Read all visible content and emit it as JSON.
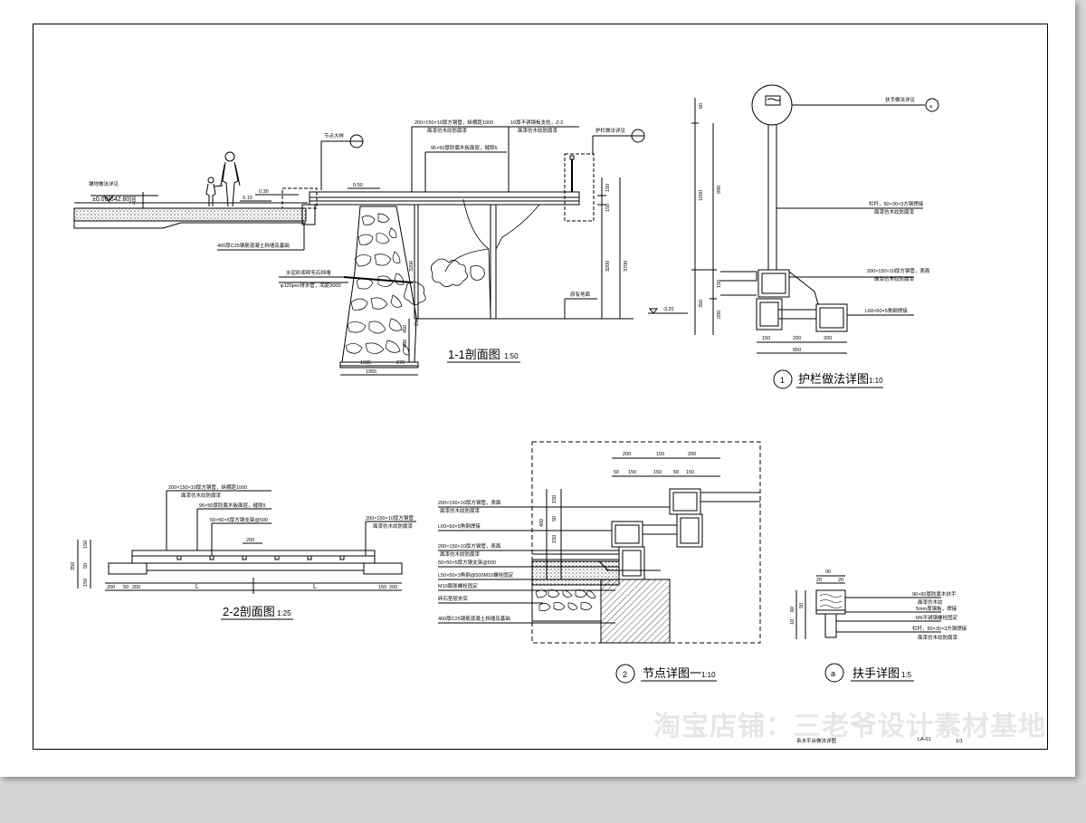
{
  "section_1_1": {
    "title": "1-1剖面图",
    "scale": "1:50",
    "callouts": {
      "deck_beam": "200×150×10厚方钢管，纵横距1000",
      "deck_beam_note": "面漆仿木纹防腐漆",
      "deck_board": "95×50厚防腐木板面层，缝隙5",
      "steel_plate": "10厚不锈钢板支柱，Z-2",
      "steel_plate_note": "面漆仿木纹防腐漆",
      "railing_ref": "护栏做法详见",
      "joint_ref": "节点大样",
      "paving": "铺地做法详见",
      "elevation": "±0.00(642.80)",
      "level_050": "0.50",
      "level_030": "0.30",
      "level_010": "0.10",
      "level_neg": "-3.20",
      "wall": "400厚C25钢筋混凝土挡墙及基础",
      "drain": "φ120pvc排水管，间距3000",
      "drain_note": "水泥砂浆砌毛石挡墙",
      "ground": "原有地面"
    },
    "dims": {
      "d400": "400",
      "d3200a": "3200",
      "d3200b": "3200",
      "d3700": "3700",
      "d150": "150",
      "d350": "350",
      "d450": "450",
      "d430": "430",
      "d250": "250",
      "d1685": "1685",
      "d270": "270",
      "d1955": "1955"
    }
  },
  "railing_detail": {
    "number": "1",
    "title": "护栏做法详图",
    "scale": "1:10",
    "ref_letter": "a",
    "callouts": {
      "handrail": "扶手做法详见",
      "post": "栏杆，50×30×3方钢焊接",
      "post_note": "面漆仿木纹防腐漆",
      "beam": "200×150×10厚方钢管，表面",
      "beam_note": "面漆仿木纹防腐漆",
      "angle": "L60×60×5角钢焊接"
    },
    "dims": {
      "d60": "60",
      "d1050": "1050",
      "d990": "990",
      "d350": "350",
      "d150": "150",
      "d200": "200",
      "b150": "150",
      "b200a": "200",
      "b200b": "200",
      "d550": "550"
    }
  },
  "section_2_2": {
    "title": "2-2剖面图",
    "scale": "1:25",
    "callouts": {
      "beam": "200×150×10厚方钢管，纵横距1000",
      "beam_note": "面漆仿木纹防腐漆",
      "board": "95×50厚防腐木板面层，缝隙5",
      "support": "50×50×5厚方钢支架@500",
      "right_beam": "200×150×10厚方钢管",
      "right_note": "面漆仿木纹防腐漆"
    },
    "dims": {
      "v150a": "150",
      "v350": "350",
      "v50": "50",
      "v150b": "150",
      "d200": "200",
      "b200a": "200",
      "b50": "50",
      "b200b": "200",
      "L1": "L",
      "L2": "L",
      "b150": "150",
      "b200c": "200"
    }
  },
  "node_detail": {
    "number": "2",
    "title": "节点详图一",
    "scale": "1:10",
    "callouts": {
      "c1": "200×150×10厚方钢管，表面",
      "c1n": "面漆仿木纹防腐漆",
      "c2": "L60×60×5角钢焊接",
      "c3": "200×150×10厚方钢管，表面",
      "c3n": "面漆仿木纹防腐漆",
      "c4": "50×50×5厚方钢支架@500",
      "c5": "L50×50×3角钢@500M10螺栓固定",
      "c6": "M10膨胀螺栓固定",
      "c7": "碎石垫层夯实",
      "c8": "400厚C25钢筋混凝土挡墙及基础"
    },
    "dims": {
      "t200a": "200",
      "t150": "150",
      "t200b": "200",
      "s50a": "50",
      "s150a": "150",
      "s150b": "150",
      "s50b": "50",
      "s150c": "150",
      "v150": "150",
      "v400": "400",
      "v50": "50",
      "v150b": "150"
    }
  },
  "handrail_detail": {
    "letter": "a",
    "title": "扶手详图",
    "scale": "1:5",
    "callouts": {
      "c1": "90×60厚防腐木扶手",
      "c1n": "面漆仿木纹",
      "c2": "5mm厚钢板，焊接",
      "c3": "M6不锈钢螺栓固定",
      "c4": "栏杆，50×30×3方钢焊接",
      "c4n": "面漆仿木纹防腐漆"
    },
    "dims": {
      "d90": "90",
      "d20a": "20",
      "d20b": "20",
      "d60": "60",
      "d50": "50",
      "d10": "10"
    }
  },
  "titleblock": {
    "name": "亲水平台做法详图",
    "code": "LA-01",
    "sheet": "1/1"
  },
  "watermark": "淘宝店铺：三老爷设计素材基地",
  "colors": {
    "line": "#000000",
    "paper": "#ffffff",
    "background": "#d6d6d6",
    "watermark": "#e6e6e6"
  }
}
